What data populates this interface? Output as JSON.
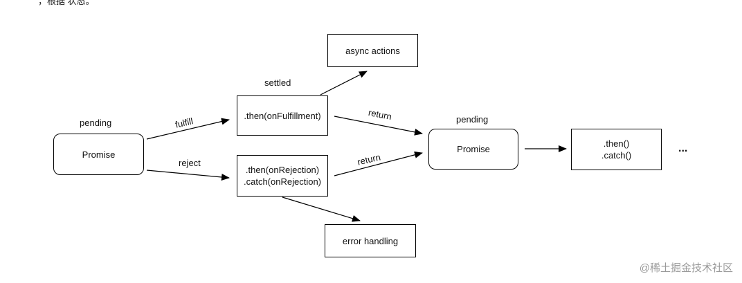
{
  "header_fragment": "，根据 状态。",
  "nodes": {
    "promise_start": {
      "label": "Promise",
      "state": "pending"
    },
    "then_fulfill": {
      "label": ".then(onFulfillment)",
      "state": "settled"
    },
    "then_reject": {
      "lines": [
        ".then(onRejection)",
        ".catch(onRejection)"
      ]
    },
    "async_actions": {
      "label": "async actions"
    },
    "error_handling": {
      "label": "error handling"
    },
    "promise_next": {
      "label": "Promise",
      "state": "pending"
    },
    "then_catch": {
      "lines": [
        ".then()",
        ".catch()"
      ]
    },
    "ellipsis": "..."
  },
  "edges": {
    "fulfill": "fulfill",
    "reject": "reject",
    "return_top": "return",
    "return_bottom": "return"
  },
  "watermark": "@稀土掘金技术社区"
}
